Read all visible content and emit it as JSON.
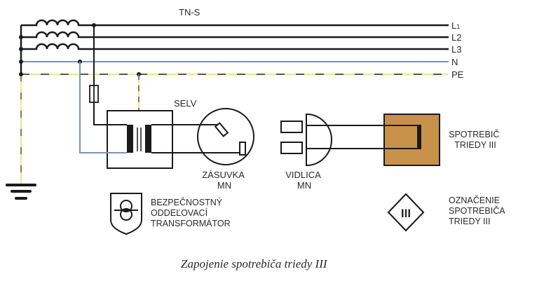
{
  "diagram": {
    "system_label": "TN-S",
    "conductors": [
      {
        "id": "L1",
        "label": "L1",
        "label_main": "L",
        "label_sub": "1",
        "color": "#1a1a1a"
      },
      {
        "id": "L2",
        "label": "L2",
        "color": "#1a1a1a"
      },
      {
        "id": "L3",
        "label": "L3",
        "color": "#1a1a1a"
      },
      {
        "id": "N",
        "label": "N",
        "color": "#7b93b8"
      },
      {
        "id": "PE",
        "label": "PE",
        "color": "#e6e27a",
        "dash_color": "#555555"
      }
    ],
    "selv_label": "SELV",
    "socket_label": [
      "ZÁSUVKA",
      "MN"
    ],
    "plug_label": [
      "VIDLICA",
      "MN"
    ],
    "appliance_label": [
      "SPOTREBIČ",
      "TRIEDY III"
    ],
    "appliance_color": "#c8914a",
    "transformer_legend": [
      "BEZPEČNOSTNÝ",
      "ODDEĽOVACÍ",
      "TRANSFORMÁTOR"
    ],
    "class3_legend": [
      "OZNAČENIE",
      "SPOTREBIČA",
      "TRIEDY III"
    ],
    "class3_symbol_text": "III",
    "caption": "Zapojenie spotrebiča triedy III"
  }
}
